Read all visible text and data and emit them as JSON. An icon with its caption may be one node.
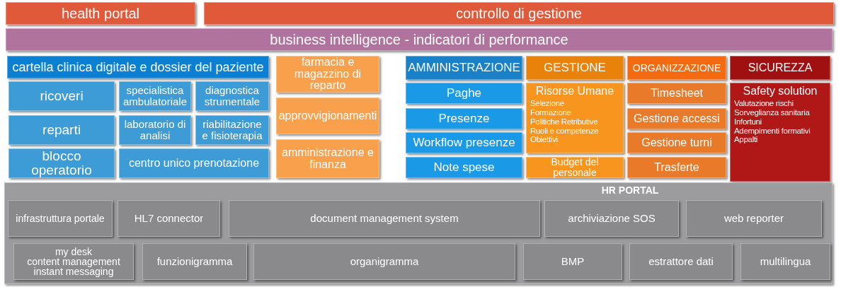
{
  "diagram": {
    "nodes": [
      {
        "text": [
          "health portal"
        ]
      },
      {
        "text": [
          "controllo di gestione"
        ]
      },
      {
        "text": [
          "business intelligence - indicatori di performance"
        ]
      },
      {
        "text": [
          "cartella clinica digitale e dossier del paziente"
        ]
      },
      {
        "text": [
          "ricoveri"
        ]
      },
      {
        "text": [
          "specialistica ambulatoriale"
        ]
      },
      {
        "text": [
          "diagnostica strumentale"
        ]
      },
      {
        "text": [
          "reparti"
        ]
      },
      {
        "text": [
          "laboratorio di analisi"
        ]
      },
      {
        "text": [
          "riabilitazione e fisioterapia"
        ]
      },
      {
        "text": [
          "blocco operatorio"
        ]
      },
      {
        "text": [
          "centro unico prenotazione"
        ]
      },
      {
        "text": [
          "farmacia e magazzino di reparto"
        ]
      },
      {
        "text": [
          "approvvigionamenti"
        ]
      },
      {
        "text": [
          "amministrazione e finanza"
        ]
      },
      {
        "text": [
          "AMMINISTRAZIONE"
        ]
      },
      {
        "text": [
          "Paghe"
        ]
      },
      {
        "text": [
          "Presenze"
        ]
      },
      {
        "text": [
          "Workflow presenze"
        ]
      },
      {
        "text": [
          "Note spese"
        ]
      },
      {
        "text": [
          "GESTIONE"
        ]
      },
      {
        "text": [
          "Risorse Umane",
          "Selezione",
          "Formazione",
          "Politiche Retributive",
          "Ruoli e competenze",
          "Obiettivi"
        ]
      },
      {
        "text": [
          "Budget del personale"
        ]
      },
      {
        "text": [
          "ORGANIZZAZIONE"
        ]
      },
      {
        "text": [
          "Timesheet"
        ]
      },
      {
        "text": [
          "Gestione accessi"
        ]
      },
      {
        "text": [
          "Gestione turni"
        ]
      },
      {
        "text": [
          "Trasferte"
        ]
      },
      {
        "text": [
          "SICUREZZA"
        ]
      },
      {
        "text": [
          "Safety solution",
          "Valutazione rischi",
          "Sorveglianza sanitaria",
          "Infortuni",
          "Adempimenti formativi",
          "Appalti"
        ]
      },
      {
        "text": [
          "HR PORTAL"
        ]
      },
      {
        "text": [
          "infrastruttura portale"
        ],
        "in": 30
      },
      {
        "text": [
          "HL7 connector"
        ],
        "in": 30
      },
      {
        "text": [
          "document management system"
        ],
        "in": 30
      },
      {
        "text": [
          "archiviazione SOS"
        ],
        "in": 30
      },
      {
        "text": [
          "web reporter"
        ],
        "in": 30
      },
      {
        "text": [
          "my desk",
          "content management",
          "instant messaging"
        ],
        "in": 30
      },
      {
        "text": [
          "funzionigramma"
        ],
        "in": 30
      },
      {
        "text": [
          "organigramma"
        ],
        "in": 30
      },
      {
        "text": [
          "BMP"
        ],
        "in": 30
      },
      {
        "text": [
          "estrattore dati"
        ],
        "in": 30
      },
      {
        "text": [
          "multilingua"
        ],
        "in": 30
      }
    ],
    "edges": []
  }
}
